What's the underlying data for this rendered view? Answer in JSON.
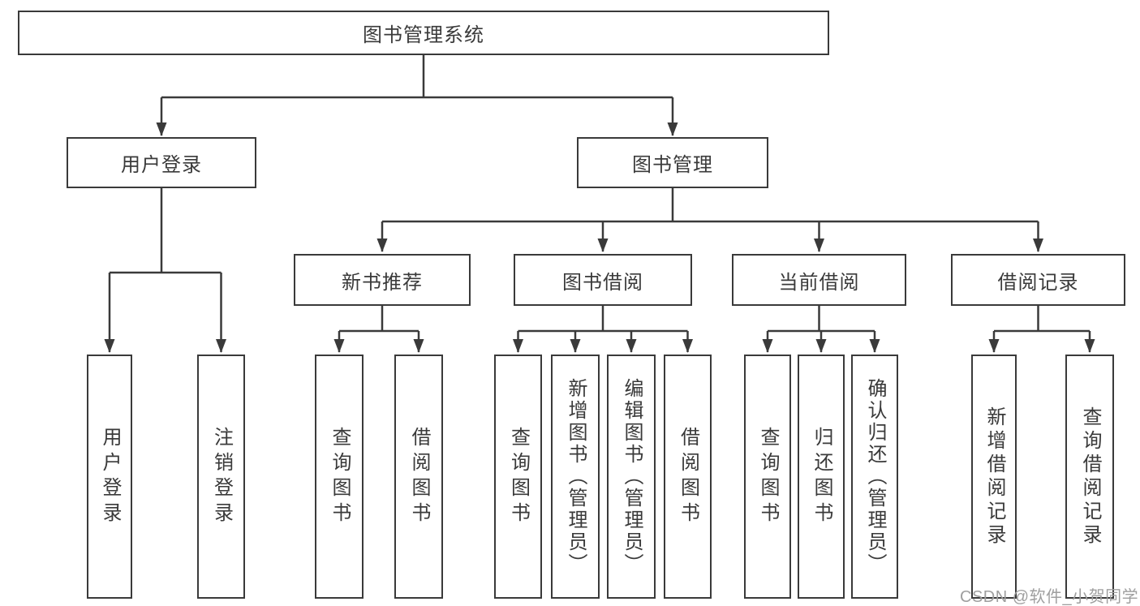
{
  "diagram": {
    "root": {
      "label": "图书管理系统"
    },
    "level2": [
      {
        "label": "用户登录"
      },
      {
        "label": "图书管理"
      }
    ],
    "level3": [
      {
        "label": "新书推荐"
      },
      {
        "label": "图书借阅"
      },
      {
        "label": "当前借阅"
      },
      {
        "label": "借阅记录"
      }
    ],
    "leaves": {
      "user_login": [
        {
          "label": "用户登录"
        },
        {
          "label": "注销登录"
        }
      ],
      "new_book": [
        {
          "label": "查询图书"
        },
        {
          "label": "借阅图书"
        }
      ],
      "book_borrow": [
        {
          "label": "查询图书"
        },
        {
          "label": "新增图书（管理员）"
        },
        {
          "label": "编辑图书（管理员）"
        },
        {
          "label": "借阅图书"
        }
      ],
      "current_borrow": [
        {
          "label": "查询图书"
        },
        {
          "label": "归还图书"
        },
        {
          "label": "确认归还（管理员）"
        }
      ],
      "borrow_record": [
        {
          "label": "新增借阅记录"
        },
        {
          "label": "查询借阅记录"
        }
      ]
    },
    "watermark": "CSDN @软件_小贺同学",
    "colors": {
      "line": "#3a3a3a",
      "text": "#3a3a3a",
      "box_background": "#ffffff",
      "watermark": "#9f9f9f"
    }
  }
}
